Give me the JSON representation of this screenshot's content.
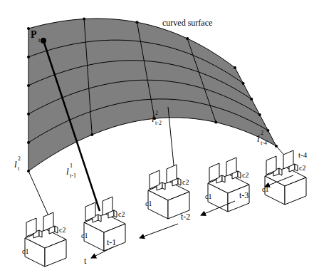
{
  "diagram": {
    "labels": [
      "curved surface",
      "P",
      "t-1",
      "l",
      "2",
      "t",
      "l",
      "1",
      "t-1",
      "l",
      "2",
      "t-2",
      "l",
      "2",
      "t-4",
      "c1",
      "c2",
      "c1",
      "c2",
      "c1",
      "c2",
      "c1",
      "c2",
      "c1",
      "c2",
      "t",
      "t-1",
      "t-2",
      "t-3",
      "t-4"
    ]
  }
}
